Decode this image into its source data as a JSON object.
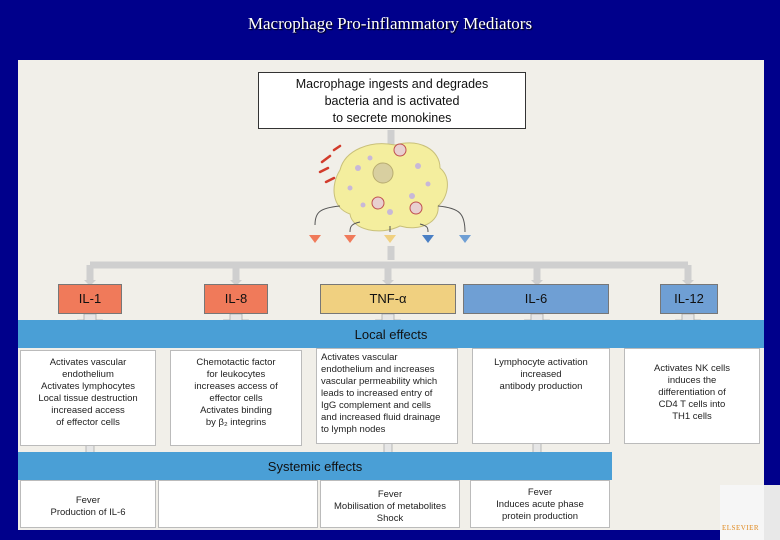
{
  "title": "Macrophage Pro-inflammatory Mediators",
  "top_box": [
    "Macrophage ingests and degrades",
    "bacteria and is activated",
    "to secrete monokines"
  ],
  "mediators": [
    {
      "label": "IL-1",
      "color": "#f07a5a"
    },
    {
      "label": "IL-8",
      "color": "#f07a5a"
    },
    {
      "label": "TNF-α",
      "color": "#f0d080"
    },
    {
      "label": "IL-6",
      "color": "#6f9fd4"
    },
    {
      "label": "IL-12",
      "color": "#6f9fd4"
    }
  ],
  "local_effects": {
    "title": "Local effects",
    "boxes": [
      [
        "Activates vascular",
        "endothelium",
        "Activates lymphocytes",
        "Local tissue destruction",
        "increased access",
        "of effector cells"
      ],
      [
        "Chemotactic factor",
        "for leukocytes",
        "increases access of",
        "effector cells",
        "Activates binding",
        "by β₂ integrins"
      ],
      [
        "Activates vascular",
        "endothelium and increases",
        "vascular permeability which",
        "leads to increased entry of",
        "IgG complement and cells",
        "and increased fluid drainage",
        "to lymph nodes"
      ],
      [
        "Lymphocyte activation",
        "increased",
        "antibody  production"
      ],
      [
        "Activates NK cells",
        "induces the",
        "differentiation of",
        "CD4 T cells into",
        "TH1 cells"
      ]
    ]
  },
  "systemic_effects": {
    "title": "Systemic effects",
    "boxes": [
      [
        "Fever",
        "Production of IL-6"
      ],
      [],
      [
        "Fever",
        "Mobilisation of metabolites",
        "Shock"
      ],
      [
        "Fever",
        "Induces acute phase",
        "protein production"
      ]
    ]
  },
  "publisher": "ELSEVIER",
  "colors": {
    "background": "#00008b",
    "band": "#4a9fd6",
    "panel": "#f1efe9"
  }
}
